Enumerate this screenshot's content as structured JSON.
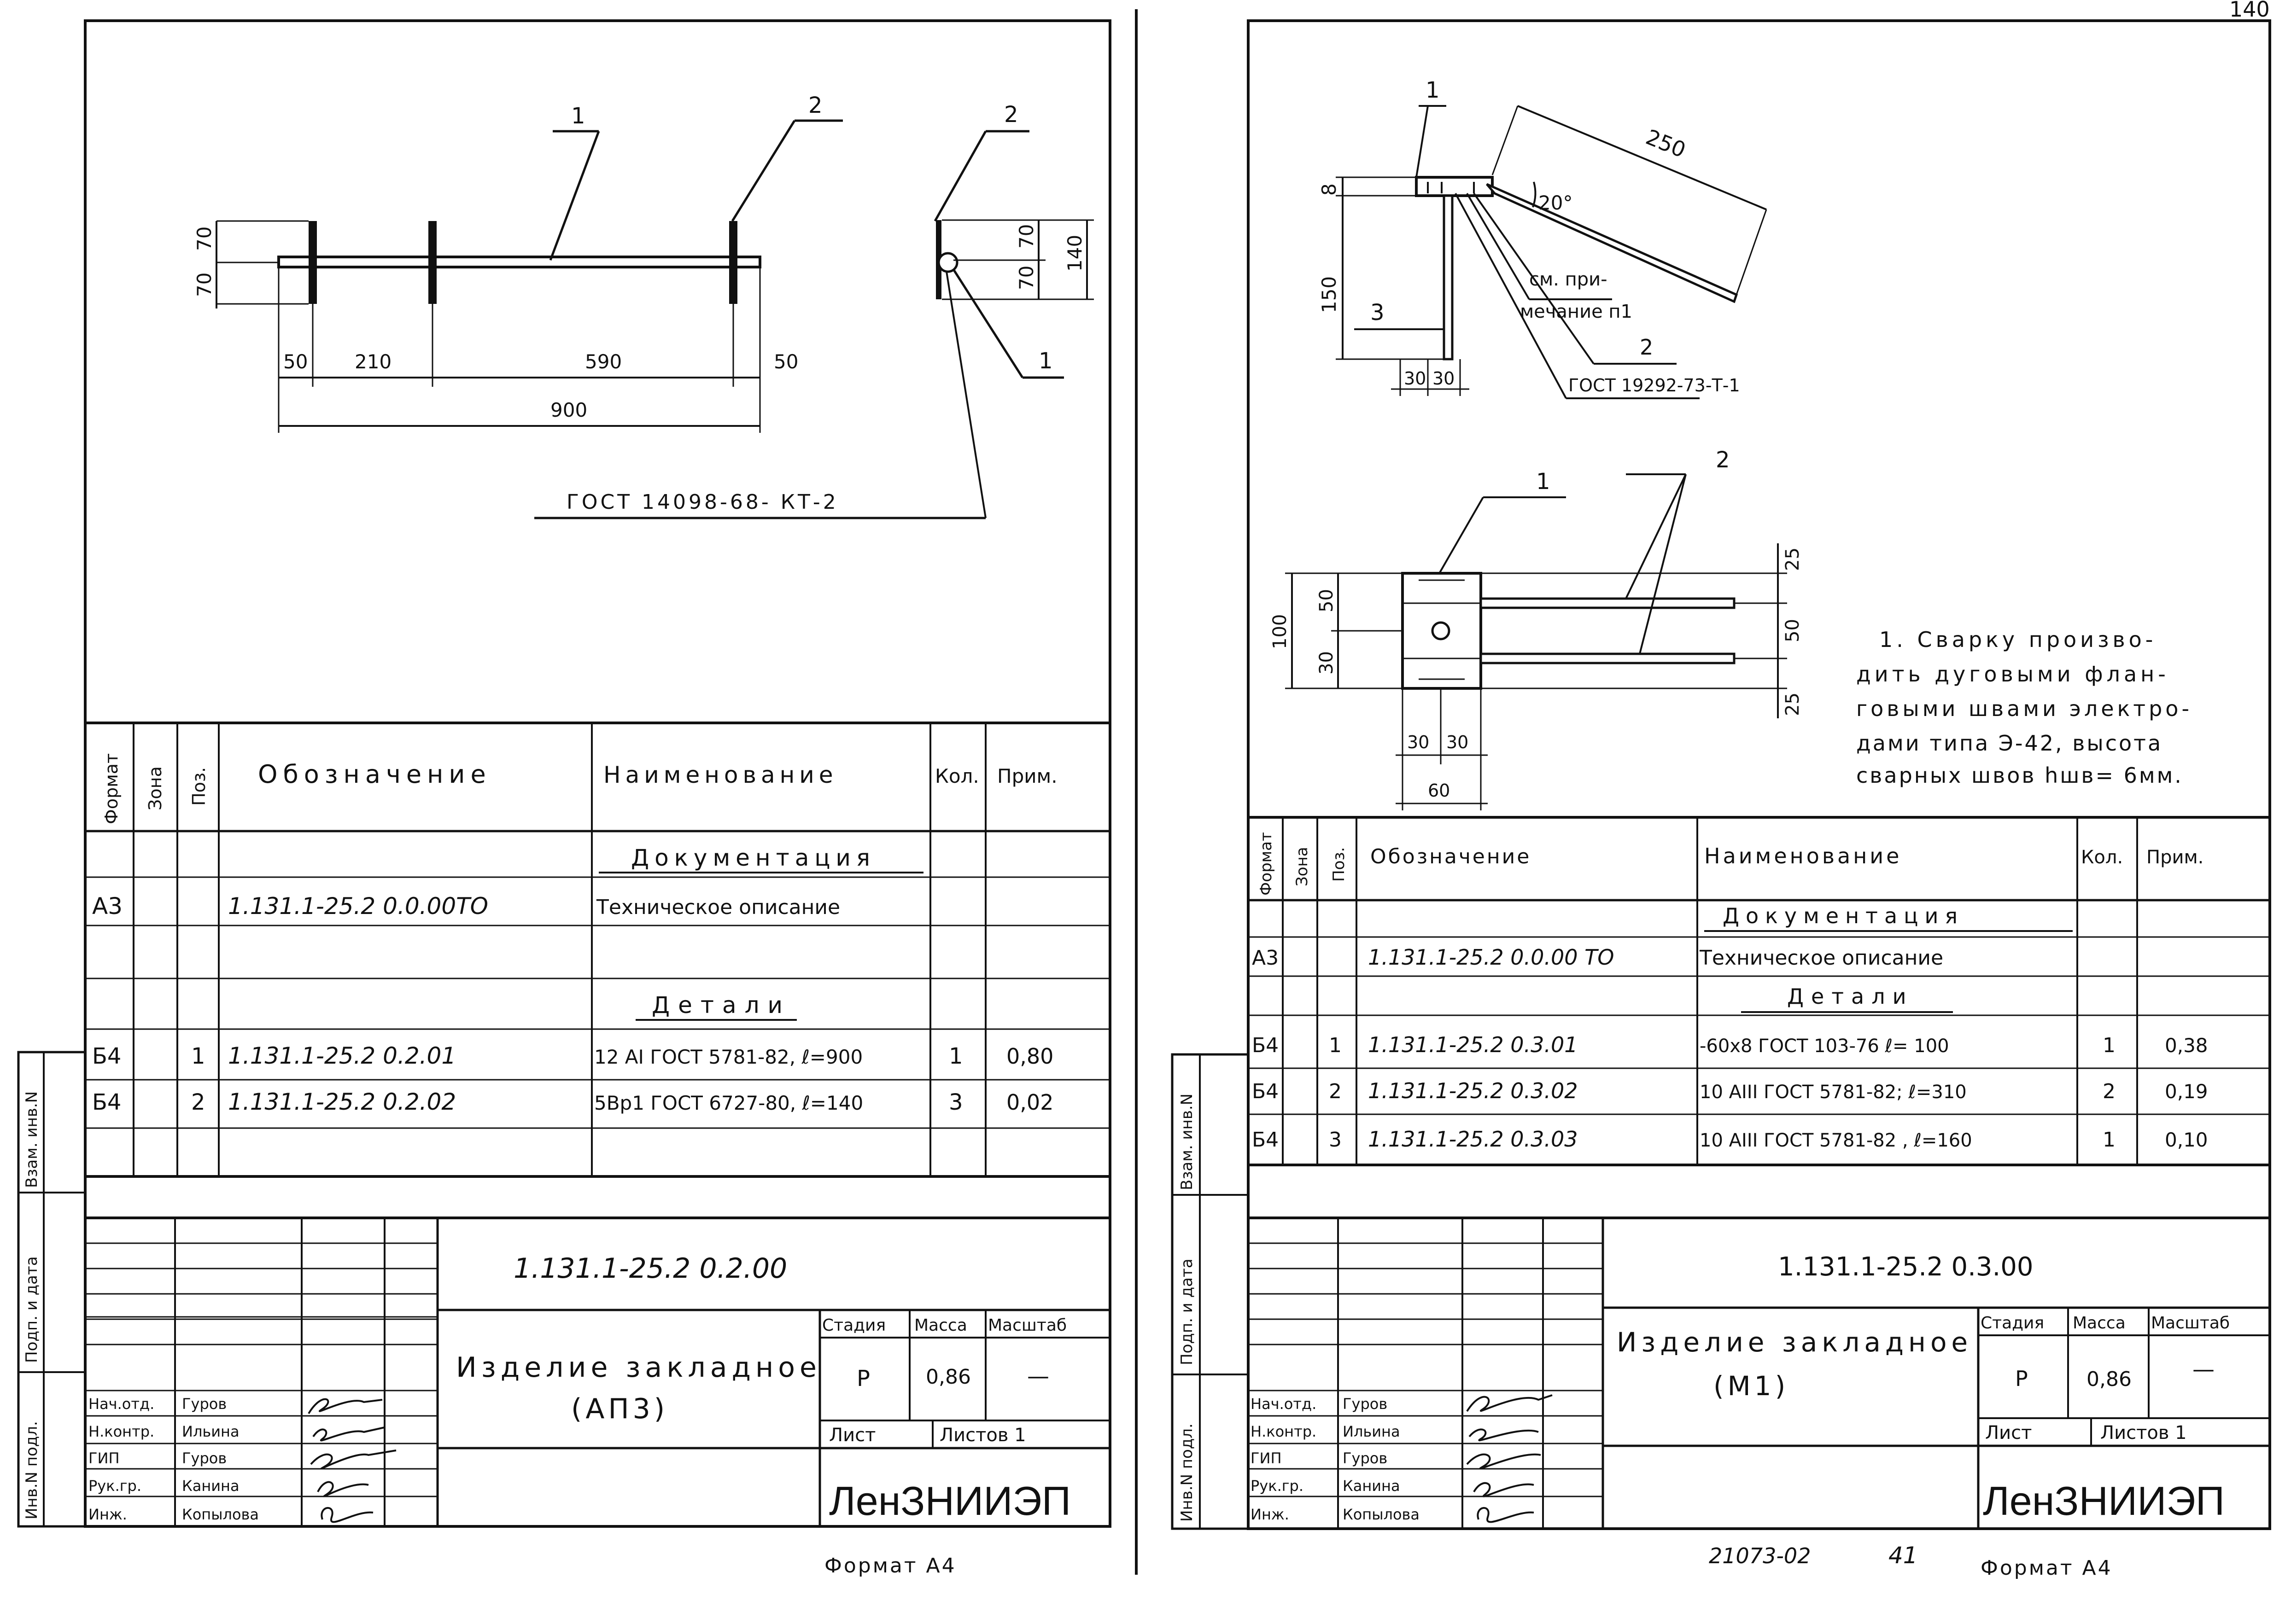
{
  "sheets": [
    {
      "drawing": {
        "callouts": [
          "1",
          "2",
          "2",
          "1"
        ],
        "dims": {
          "v70a": "70",
          "v70b": "70",
          "v70c": "70",
          "v70d": "70",
          "v140": "140",
          "h50a": "50",
          "h210": "210",
          "h590": "590",
          "h50b": "50",
          "h900": "900"
        },
        "gost_note": "ГОСТ 14098-68- КТ-2"
      },
      "spec": {
        "headers": {
          "format": "Формат",
          "zone": "Зона",
          "pos": "Поз.",
          "designation": "Обозначение",
          "name": "Наименование",
          "qty": "Кол.",
          "note": "Прим."
        },
        "section_docs": "Документация",
        "doc_row": {
          "format": "А3",
          "designation": "1.131.1-25.2   0.0.00ТО",
          "name": "Техническое описание"
        },
        "section_parts": "Детали",
        "rows": [
          {
            "format": "Б4",
            "pos": "1",
            "designation": "1.131.1-25.2     0.2.01",
            "name": "12 АI   ГОСТ 5781-82, ℓ=900",
            "qty": "1",
            "note": "0,80"
          },
          {
            "format": "Б4",
            "pos": "2",
            "designation": "1.131.1-25.2     0.2.02",
            "name": "5Вр1  ГОСТ 6727-80, ℓ=140",
            "qty": "3",
            "note": "0,02"
          }
        ]
      },
      "title_block": {
        "doc_code": "1.131.1-25.2   0.2.00",
        "title": "Изделие закладное",
        "subtitle": "(АП3)",
        "stage_label": "Стадия",
        "mass_label": "Масса",
        "scale_label": "Масштаб",
        "stage": "Р",
        "mass": "0,86",
        "scale": "—",
        "sheet_label": "Лист",
        "sheets_label": "Листов 1",
        "org": "ЛенЗНИИЭП",
        "people": [
          {
            "role": "Нач.отд.",
            "name": "Гуров"
          },
          {
            "role": "Н.контр.",
            "name": "Ильина"
          },
          {
            "role": "ГИП",
            "name": "Гуров"
          },
          {
            "role": "Рук.гр.",
            "name": "Канина"
          },
          {
            "role": "Инж.",
            "name": "Копылова"
          }
        ]
      },
      "side_labels": [
        "Взам. инв.N",
        "Подп. и дата",
        "Инв.N подл."
      ],
      "format_label": "Формат А4"
    },
    {
      "drawing": {
        "callouts_top": [
          "1",
          "3",
          "2"
        ],
        "dims_top": {
          "v8": "8",
          "v150": "150",
          "h30a": "30",
          "h30b": "30",
          "d250": "250",
          "angle": "20°"
        },
        "note_ref": "см. при-\nмечание п1",
        "note_ref_line1": "см. при-",
        "note_ref_line2": "мечание п1",
        "gost_top": "ГОСТ 19292-73-Т-1",
        "callouts_plan": [
          "1",
          "2"
        ],
        "dims_plan": {
          "v50": "50",
          "v30": "30",
          "v100": "100",
          "r25a": "25",
          "r50": "50",
          "r25b": "25",
          "h30a": "30",
          "h30b": "30",
          "h60": "60"
        },
        "note_lines": [
          "1. Сварку произво-",
          "дить дуговыми флан-",
          "говыми швами электро-",
          "дами типа Э-42, высота",
          "сварных швов hшв= 6мм."
        ]
      },
      "spec": {
        "headers": {
          "format": "Формат",
          "zone": "Зона",
          "pos": "Поз.",
          "designation": "Обозначение",
          "name": "Наименование",
          "qty": "Кол.",
          "note": "Прим."
        },
        "section_docs": "Документация",
        "doc_row": {
          "format": "А3",
          "designation": "1.131.1-25.2    0.0.00 ТО",
          "name": "Техническое описание"
        },
        "section_parts": "Детали",
        "rows": [
          {
            "format": "Б4",
            "pos": "1",
            "designation": "1.131.1-25.2    0.3.01",
            "name": "-60x8 ГОСТ 103-76   ℓ= 100",
            "qty": "1",
            "note": "0,38"
          },
          {
            "format": "Б4",
            "pos": "2",
            "designation": "1.131.1-25.2    0.3.02",
            "name": "10 АIII   ГОСТ 5781-82;  ℓ=310",
            "qty": "2",
            "note": "0,19"
          },
          {
            "format": "Б4",
            "pos": "3",
            "designation": "1.131.1-25.2    0.3.03",
            "name": "10 АIII   ГОСТ 5781-82 ,  ℓ=160",
            "qty": "1",
            "note": "0,10"
          }
        ]
      },
      "title_block": {
        "doc_code": "1.131.1-25.2   0.3.00",
        "title": "Изделие закладное",
        "subtitle": "(М1)",
        "stage_label": "Стадия",
        "mass_label": "Масса",
        "scale_label": "Масштаб",
        "stage": "Р",
        "mass": "0,86",
        "scale": "—",
        "sheet_label": "Лист",
        "sheets_label": "Листов 1",
        "org": "ЛенЗНИИЭП",
        "people": [
          {
            "role": "Нач.отд.",
            "name": "Гуров"
          },
          {
            "role": "Н.контр.",
            "name": "Ильина"
          },
          {
            "role": "ГИП",
            "name": "Гуров"
          },
          {
            "role": "Рук.гр.",
            "name": "Канина"
          },
          {
            "role": "Инж.",
            "name": "Копылова"
          }
        ]
      },
      "side_labels": [
        "Взам. инв.N",
        "Подп. и дата",
        "Инв.N подл."
      ],
      "format_label": "Формат А4"
    }
  ],
  "page_number": "140",
  "footer": {
    "archive": "21073-02",
    "page": "41"
  }
}
